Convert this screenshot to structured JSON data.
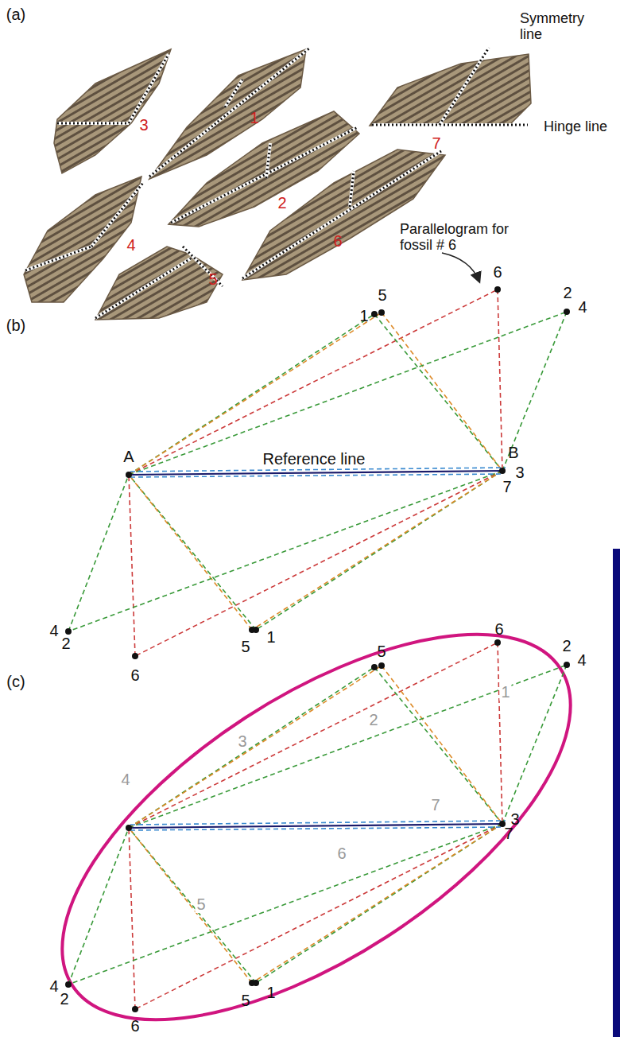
{
  "diagram": {
    "labels": [
      "(a)",
      "Symmetry line",
      "Hinge line",
      "3",
      "1",
      "7",
      "2",
      "4",
      "6",
      "5",
      "Parallelogram for fossil # 6",
      "(b)",
      "1",
      "5",
      "6",
      "2",
      "4",
      "A",
      "Reference line",
      "B",
      "3",
      "7",
      "4",
      "2",
      "6",
      "5",
      "1",
      "(c)",
      "5",
      "6",
      "2",
      "4",
      "1",
      "2",
      "3",
      "7",
      "3",
      "7",
      "4",
      "5",
      "6",
      "4",
      "2",
      "5",
      "1",
      "6"
    ]
  }
}
